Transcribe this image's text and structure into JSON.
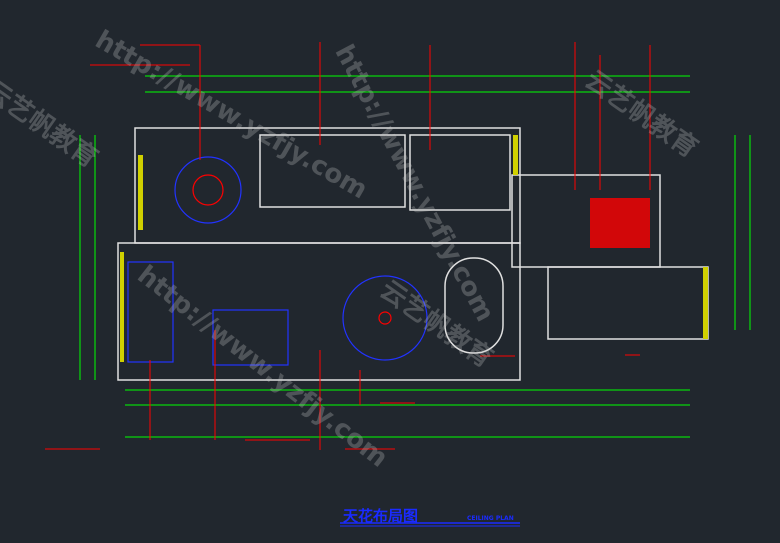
{
  "drawing": {
    "title": "天花布局图",
    "subtitle": "CEILING PLAN"
  },
  "watermarks": {
    "url": "http://www.yzfjy.com",
    "brand": "云艺帆教育"
  },
  "colors": {
    "background": "#21272e",
    "walls": "#e0e0e0",
    "dimensions": "#00ff00",
    "labels": "#ff0000",
    "ceiling": "#2233ff",
    "accent": "#d0d000"
  }
}
